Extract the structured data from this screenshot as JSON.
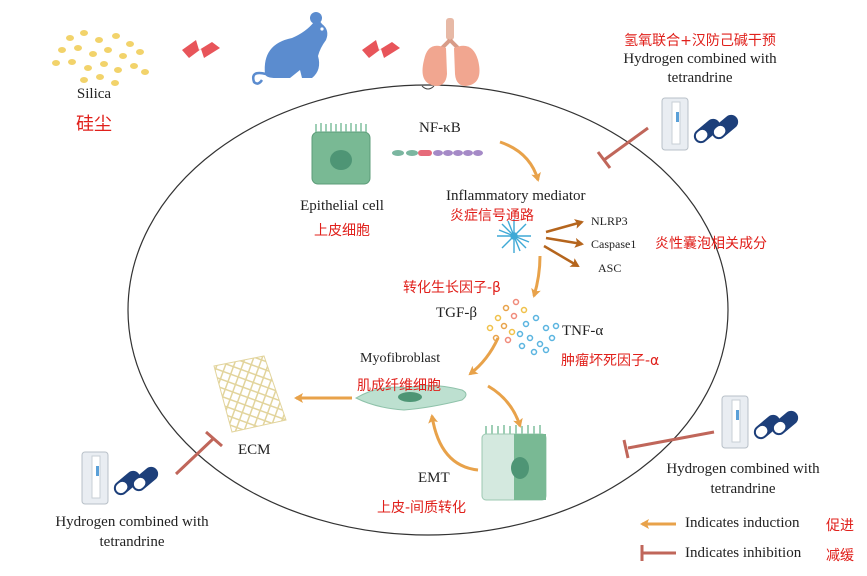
{
  "labels": {
    "silica": "Silica",
    "silica_cn": "硅尘",
    "treatment_top_cn": "氢氧联合+汉防己碱干预",
    "treatment_top_1": "Hydrogen combined with",
    "treatment_top_2": "tetrandrine",
    "nfkb": "NF-κB",
    "epithelial_cell": "Epithelial cell",
    "epithelial_cell_cn": "上皮细胞",
    "inflammatory_mediator": "Inflammatory mediator",
    "inflammatory_mediator_cn": "炎症信号通路",
    "nlrp3": "NLRP3",
    "caspase1": "Caspase1",
    "asc": "ASC",
    "inflammasome_cn": "炎性囊泡相关成分",
    "tgfb_cn": "转化生长因子-β",
    "tgfb": "TGF-β",
    "tnfa": "TNF-α",
    "tnfa_cn": "肿瘤坏死因子-α",
    "myofibroblast": "Myofibroblast",
    "myofibroblast_cn": "肌成纤维细胞",
    "ecm": "ECM",
    "emt": "EMT",
    "emt_cn": "上皮-间质转化",
    "treatment_right_1": "Hydrogen combined with",
    "treatment_right_2": "tetrandrine",
    "treatment_left_1": "Hydrogen combined with",
    "treatment_left_2": "tetrandrine"
  },
  "legend": {
    "induction": "Indicates induction",
    "induction_cn": "促进",
    "inhibition": "Indicates inhibition",
    "inhibition_cn": "减缓"
  },
  "colors": {
    "induction_arrow": "#e8a24a",
    "inhibition_line": "#c0665a",
    "label_cn": "#e0201b",
    "mouse": "#5b8ccf",
    "silica_dots": "#f2d36b",
    "ecm_mesh": "#e8dca6",
    "cell_green": "#7fbf9e",
    "capsule_blue": "#1d3f7a",
    "inflammasome_arrow": "#b5651d"
  },
  "icons": {
    "silica": "silica-particles-icon",
    "mouse": "mouse-icon",
    "lungs": "lungs-icon",
    "inhaler": "hydrogen-inhaler-icon",
    "capsule": "capsule-icon",
    "lightning": "lightning-icon"
  }
}
